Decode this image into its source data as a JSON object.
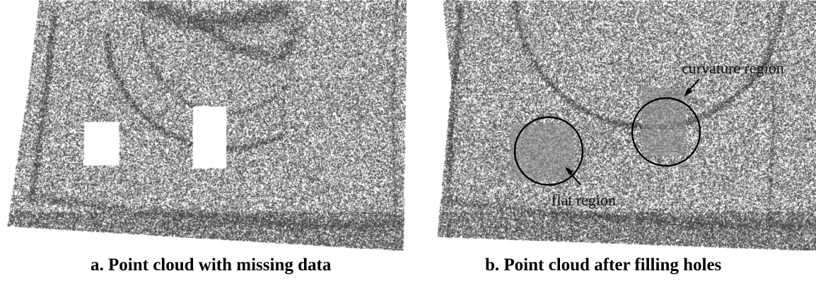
{
  "panels": [
    {
      "id": "a",
      "caption": "a. Point cloud with missing data",
      "description_elements": [
        "point-cloud",
        "missing-data-holes"
      ]
    },
    {
      "id": "b",
      "caption": "b. Point cloud after filling holes",
      "annotations": {
        "curvature_label": "curvature region",
        "flat_label": "flat region"
      }
    }
  ],
  "colors": {
    "points": "#3a3a3a",
    "filled_patch": "#9a9a9a",
    "annotation": "#000000"
  }
}
